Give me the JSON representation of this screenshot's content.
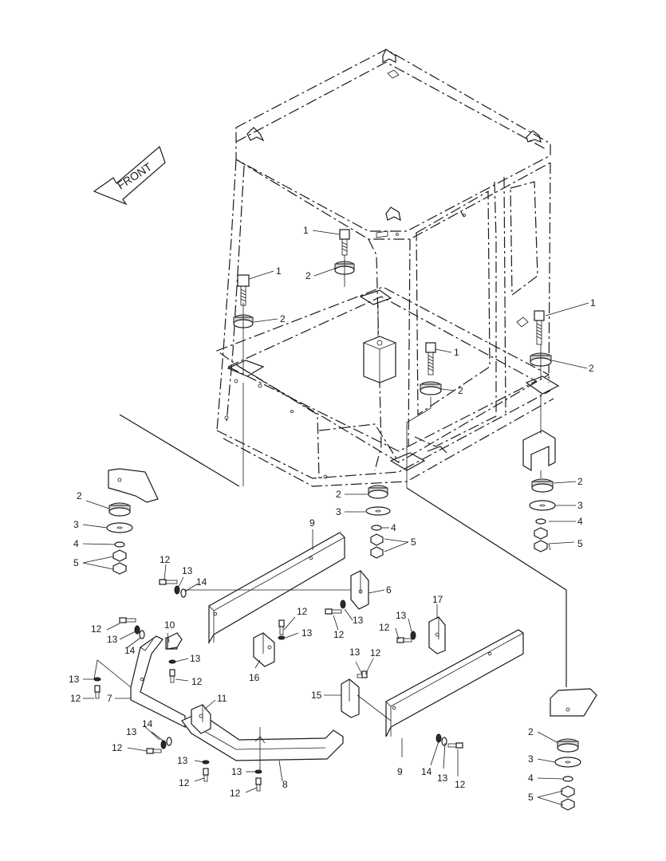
{
  "direction_label": "FRONT",
  "callouts": {
    "c1a": "1",
    "c1b": "1",
    "c1c": "1",
    "c1d": "1",
    "c2a": "2",
    "c2b": "2",
    "c2c": "2",
    "c2d": "2",
    "c2e": "2",
    "c2f": "2",
    "c2g": "2",
    "c2h": "2",
    "c3a": "3",
    "c3b": "3",
    "c3c": "3",
    "c3d": "3",
    "c4a": "4",
    "c4b": "4",
    "c4c": "4",
    "c4d": "4",
    "c5a": "5",
    "c5b": "5",
    "c5c": "5",
    "c5d": "5",
    "c6": "6",
    "c7": "7",
    "c8": "8",
    "c9a": "9",
    "c9b": "9",
    "c10": "10",
    "c11": "11",
    "c12a": "12",
    "c12b": "12",
    "c12c": "12",
    "c12d": "12",
    "c12e": "12",
    "c12f": "12",
    "c12g": "12",
    "c12h": "12",
    "c12i": "12",
    "c12j": "12",
    "c12k": "12",
    "c12l": "12",
    "c12m": "12",
    "c13a": "13",
    "c13b": "13",
    "c13c": "13",
    "c13d": "13",
    "c13e": "13",
    "c13f": "13",
    "c13g": "13",
    "c13h": "13",
    "c13i": "13",
    "c13j": "13",
    "c13k": "13",
    "c13l": "13",
    "c13m": "13",
    "c14a": "14",
    "c14b": "14",
    "c14c": "14",
    "c14d": "14",
    "c15": "15",
    "c16": "16",
    "c17": "17"
  }
}
